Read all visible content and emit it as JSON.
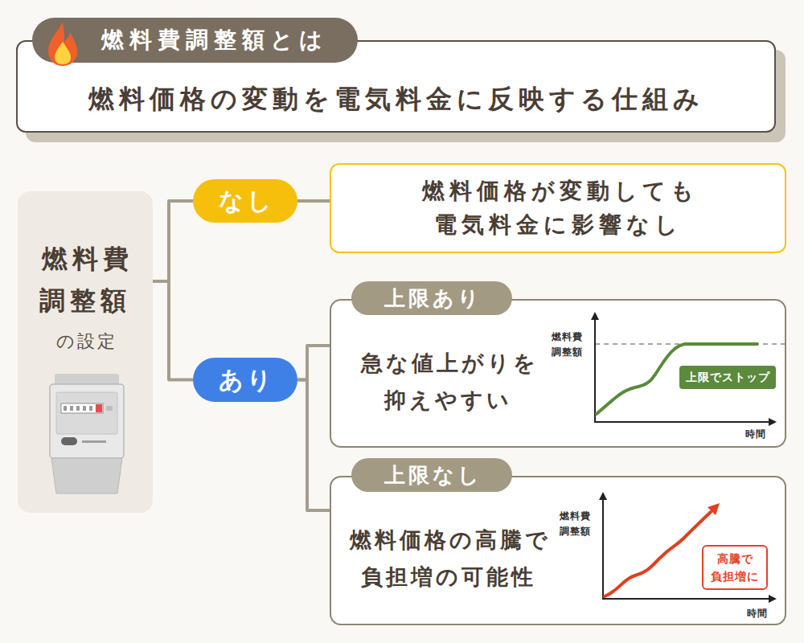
{
  "diagram": {
    "title": "燃料費調整額とは",
    "nodes": [
      {
        "text": [
          "燃料価格の変動を電気料金に反映する仕組み"
        ]
      },
      {
        "text": [
          "燃料費 調整額",
          "の設定"
        ]
      },
      {
        "text": [
          "なし"
        ]
      },
      {
        "text": [
          "燃料価格が変動しても 電気料金に影響なし"
        ]
      },
      {
        "text": [
          "あり"
        ]
      },
      {
        "text": [
          "上限あり",
          "急な値上がりを 抑えやすい"
        ]
      },
      {
        "text": [
          "上限でストップ"
        ],
        "in": 5
      },
      {
        "text": [
          "上限なし",
          "燃料価格の高騰で 負担増の可能性"
        ]
      },
      {
        "text": [
          "高騰で 負担増に"
        ],
        "in": 7
      }
    ],
    "edges": [
      {
        "from": 1,
        "to": 2,
        "arrow": "none"
      },
      {
        "from": 1,
        "to": 4,
        "arrow": "none"
      },
      {
        "from": 2,
        "to": 3,
        "arrow": "none"
      },
      {
        "from": 4,
        "to": 5,
        "arrow": "none"
      },
      {
        "from": 4,
        "to": 7,
        "arrow": "none"
      }
    ],
    "labels": [
      "燃料費 調整額",
      "時間",
      "燃料費 調整額",
      "時間"
    ]
  }
}
